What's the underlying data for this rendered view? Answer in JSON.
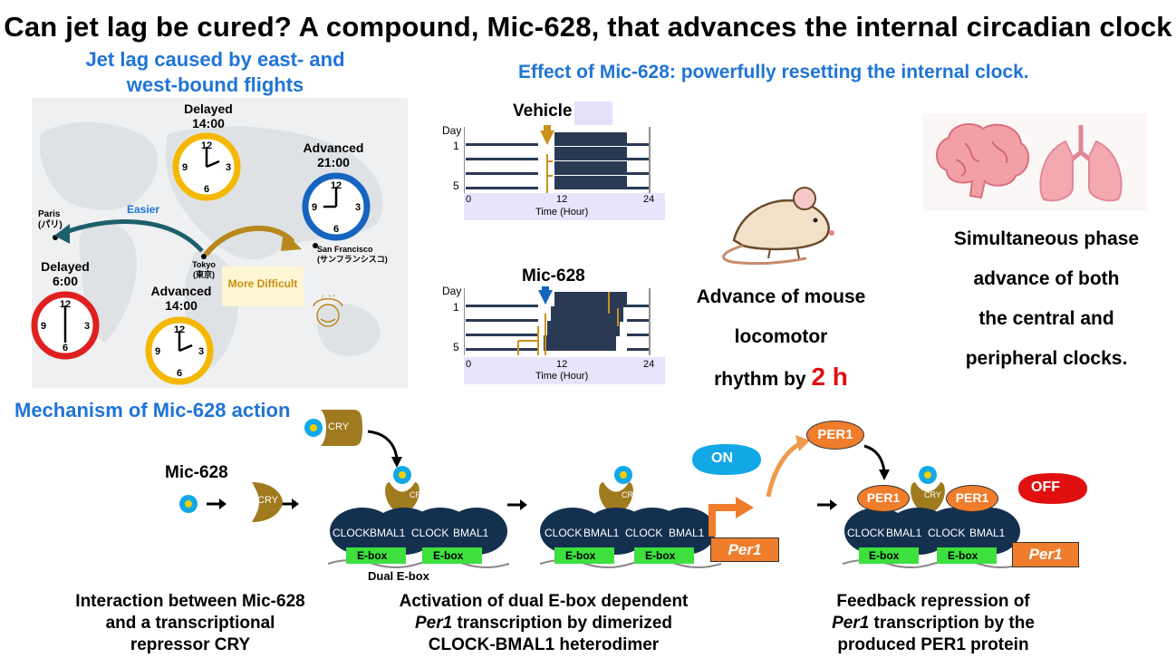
{
  "title": "Can jet lag be cured? A compound, Mic-628, that advances the internal circadian clock",
  "jetlag": {
    "heading_line1": "Jet lag caused by east- and",
    "heading_line2": "west-bound flights",
    "clock_delayed_top": {
      "label": "Delayed",
      "time": "14:00"
    },
    "clock_advanced_right": {
      "label": "Advanced",
      "time": "21:00"
    },
    "clock_delayed_left": {
      "label": "Delayed",
      "time": "6:00"
    },
    "clock_advanced_bottom": {
      "label": "Advanced",
      "time": "14:00"
    },
    "paris": "Paris",
    "paris_jp": "(パリ)",
    "tokyo": "Tokyo",
    "tokyo_jp": "(東京)",
    "sf": "San Francisco",
    "sf_jp": "(サンフランシスコ)",
    "easier": "Easier",
    "more_difficult": "More Difficult",
    "colors": {
      "yellow": "#f5b800",
      "blue": "#1565c0",
      "red": "#e02020",
      "teal": "#1e5f6b",
      "gold": "#b8891c"
    }
  },
  "effect": {
    "heading": "Effect of Mic-628: powerfully resetting the internal clock.",
    "vehicle": {
      "label": "Vehicle",
      "day_label": "Day",
      "day_ticks": [
        "1",
        "5"
      ],
      "x_ticks": [
        "0",
        "12",
        "24"
      ],
      "x_axis_label": "Time (Hour)"
    },
    "mic": {
      "label": "Mic-628",
      "day_label": "Day",
      "day_ticks": [
        "1",
        "5"
      ],
      "x_ticks": [
        "0",
        "12",
        "24"
      ],
      "x_axis_label": "Time (Hour)"
    },
    "mouse_line1": "Advance of mouse",
    "mouse_line2": "locomotor",
    "mouse_line3_prefix": "rhythm by ",
    "mouse_line3_value": "2 h",
    "organs_line1": "Simultaneous phase",
    "organs_line2": "advance of both",
    "organs_line3": "the central and",
    "organs_line4": "peripheral clocks."
  },
  "mechanism": {
    "heading": "Mechanism of  Mic-628 action",
    "mic_label": "Mic-628",
    "cry": "CRY",
    "clock": "CLOCK",
    "bmal1": "BMAL1",
    "ebox": "E-box",
    "dual_ebox": "Dual E-box",
    "on": "ON",
    "off": "OFF",
    "per1_protein": "PER1",
    "per1_gene": "Per1",
    "caption1_line1": "Interaction between Mic-628",
    "caption1_line2": "and a transcriptional",
    "caption1_line3": "repressor CRY",
    "caption2_line1": "Activation of dual E-box dependent",
    "caption2_line2_italic": "Per1",
    "caption2_line2_rest": " transcription by dimerized",
    "caption2_line3": "CLOCK-BMAL1 heterodimer",
    "caption3_line1": "Feedback repression of",
    "caption3_line2_italic": "Per1",
    "caption3_line2_rest": " transcription by the",
    "caption3_line3": "produced PER1 protein",
    "colors": {
      "navy": "#14304f",
      "green": "#3ee03e",
      "orange": "#ef7d2c",
      "cry": "#a07a1e",
      "cyan": "#12a8e8",
      "red": "#e01010"
    }
  }
}
